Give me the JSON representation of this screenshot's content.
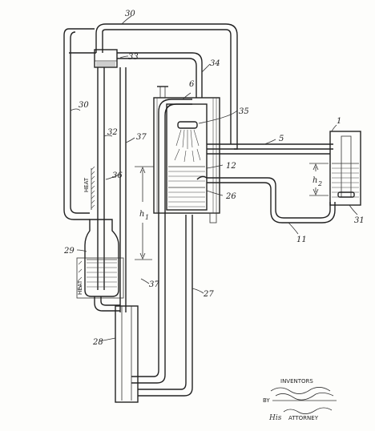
{
  "labels": {
    "n1": "1",
    "n5": "5",
    "n6": "6",
    "n11": "11",
    "n12": "12",
    "n26": "26",
    "n27": "27",
    "n28": "28",
    "n29": "29",
    "n30_top": "30",
    "n30_left": "30",
    "n31": "31",
    "n32": "32",
    "n33": "33",
    "n34": "34",
    "n35": "35",
    "n36": "36",
    "n37_upper": "37",
    "n37_lower": "37",
    "h1": "h",
    "h1_sub": "1",
    "h2": "h",
    "h2_sub": "2",
    "heat_upper": "HEAT",
    "heat_lower": "HEAT"
  },
  "signature": {
    "inventors": "INVENTORS",
    "by": "BY",
    "attorney": "ATTORNEY",
    "his": "His"
  }
}
